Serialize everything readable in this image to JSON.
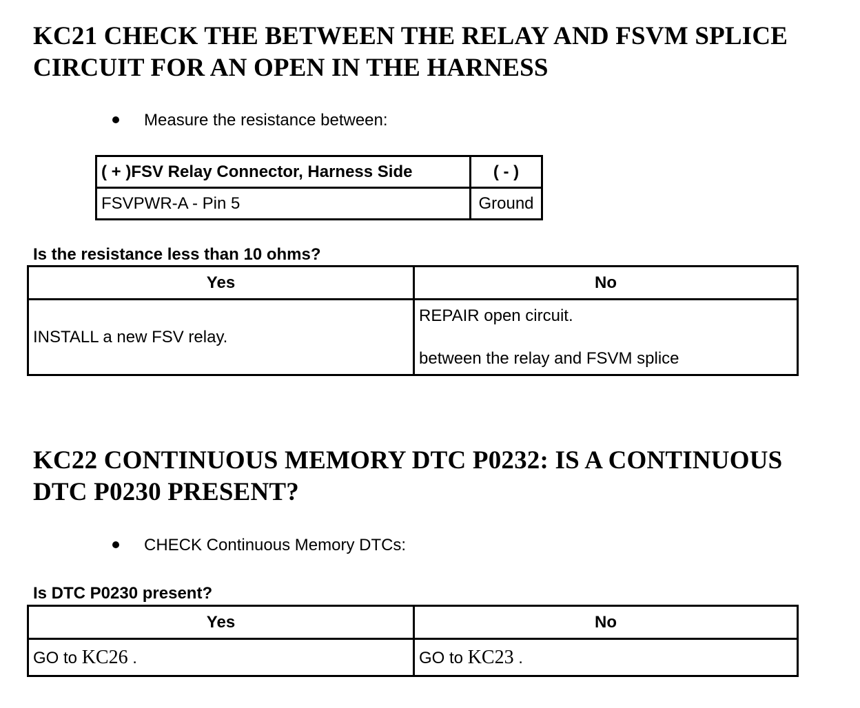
{
  "section1": {
    "heading": "KC21 CHECK THE BETWEEN THE RELAY AND FSVM SPLICE CIRCUIT FOR AN OPEN IN THE HARNESS",
    "bullet": "Measure the resistance between:",
    "measure_table": {
      "headers": [
        "( + )FSV Relay Connector, Harness Side",
        "( - )"
      ],
      "row": [
        "FSVPWR-A - Pin 5",
        "Ground"
      ]
    },
    "question": "Is the resistance less than 10 ohms?",
    "answer_table": {
      "headers": [
        "Yes",
        "No"
      ],
      "yes": "INSTALL a new FSV relay.",
      "no_line1": "REPAIR open circuit.",
      "no_line2": "between the relay and FSVM splice"
    }
  },
  "section2": {
    "heading": "KC22 CONTINUOUS MEMORY DTC P0232: IS A CONTINUOUS DTC P0230 PRESENT?",
    "bullet": "CHECK Continuous Memory DTCs:",
    "question": "Is DTC P0230 present?",
    "answer_table": {
      "headers": [
        "Yes",
        "No"
      ],
      "yes_prefix": "GO to",
      "yes_ref": "KC26",
      "yes_suffix": ".",
      "no_prefix": "GO to",
      "no_ref": "KC23",
      "no_suffix": "."
    }
  }
}
